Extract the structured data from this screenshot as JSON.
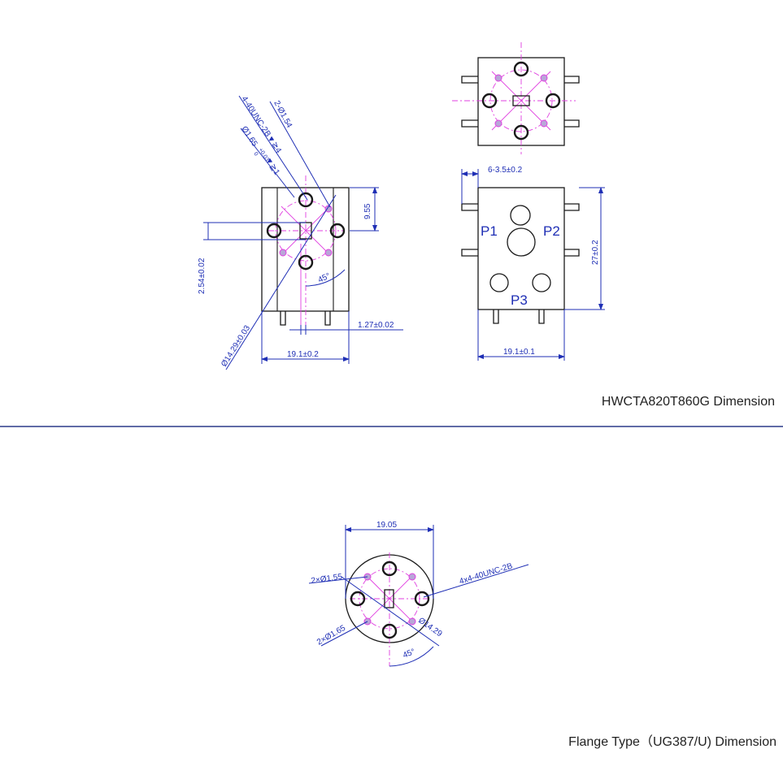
{
  "captions": {
    "top": "HWCTA820T860G Dimension",
    "bottom": "Flange Type（UG387/U) Dimension"
  },
  "front_view": {
    "thread_note": "4-40UNC-2B▼≧4",
    "pin_hole_note": "2-Ø1.54",
    "pin_hole_note2": "Ø1.65",
    "tol_upper": "+0.03",
    "tol_lower": "0",
    "depth_note": "▼≧1",
    "height_dim": "9.55",
    "offset_dim": "2.54±0.02",
    "circle_dim": "Ø14.29±0.03",
    "small_dim": "1.27±0.02",
    "width_dim": "19.1±0.2",
    "angle_dim": "45°"
  },
  "side_view": {
    "lip_dim": "6-3.5±0.2",
    "height_dim": "27±0.2",
    "width_dim": "19.1±0.1",
    "ports": [
      "P1",
      "P2",
      "P3"
    ]
  },
  "flange_view": {
    "width_dim": "19.05",
    "pin_top_note": "2×Ø1.55",
    "pin_bottom_note": "2×Ø1.65",
    "thread_note": "4x4-40UNC-2B",
    "circle_dim": "Ø14.29",
    "angle_dim": "45°"
  },
  "colors": {
    "dimension": "#1f2fb5",
    "centerline": "#e040e0",
    "divider": "#2b3a8a",
    "outline": "#1a1a1a"
  }
}
